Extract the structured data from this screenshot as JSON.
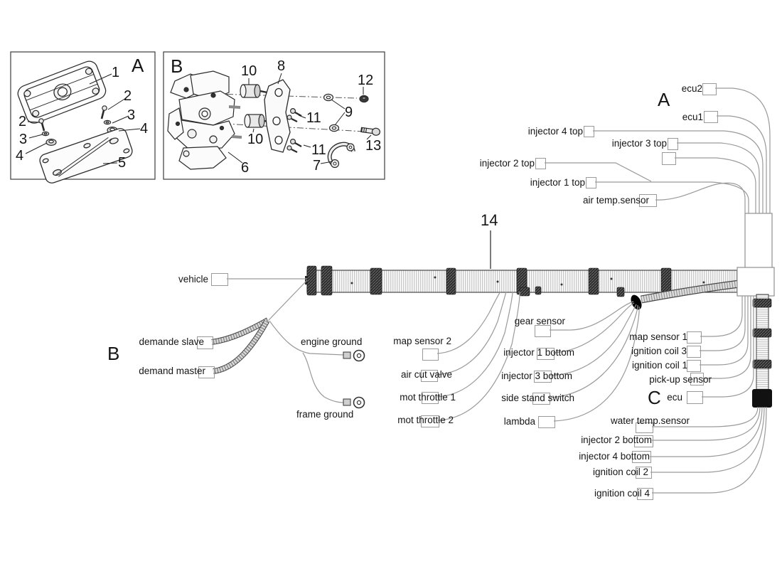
{
  "title": "Wiring harness parts diagram",
  "letters": {
    "panel_a": "A",
    "panel_b": "B",
    "harness_a": "A",
    "harness_b": "B",
    "harness_c": "C"
  },
  "parts": {
    "p1": "1",
    "p2": "2",
    "p3": "3",
    "p4": "4",
    "p5": "5",
    "p6": "6",
    "p7": "7",
    "p8": "8",
    "p9": "9",
    "p10": "10",
    "p11": "11",
    "p12": "12",
    "p13": "13",
    "p14": "14"
  },
  "labels": {
    "vehicle": "vehicle",
    "demande_slave": "demande slave",
    "demand_master": "demand master",
    "engine_ground": "engine ground",
    "frame_ground": "frame ground",
    "map_sensor_2": "map sensor 2",
    "air_cut_valve": "air cut valve",
    "mot_throttle_1": "mot throttle 1",
    "mot_throttle_2": "mot throttle 2",
    "gear_sensor": "gear sensor",
    "injector_1_bottom": "injector 1 bottom",
    "injector_3_bottom": "injector 3 bottom",
    "side_stand_switch": "side stand switch",
    "lambda": "lambda",
    "map_sensor_1": "map sensor 1",
    "ignition_coil_3": "ignition coil 3",
    "ignition_coil_1": "ignition coil 1",
    "pick_up_sensor": "pick-up sensor",
    "ecu": "ecu",
    "water_temp_sensor": "water temp.sensor",
    "injector_2_bottom": "injector 2 bottom",
    "injector_4_bottom": "injector 4 bottom",
    "ignition_coil_2": "ignition coil 2",
    "ignition_coil_4": "ignition coil 4",
    "ecu2": "ecu2",
    "ecu1": "ecu1",
    "injector_4_top": "injector 4 top",
    "injector_3_top": "injector 3 top",
    "injector_2_top": "injector 2 top",
    "injector_1_top": "injector 1 top",
    "air_temp_sensor": "air temp.sensor"
  },
  "colors": {
    "line": "#1a1a1a",
    "wire": "#9a9a9a",
    "tape": "#222222",
    "harness_stripe": "#c9c9c9"
  }
}
